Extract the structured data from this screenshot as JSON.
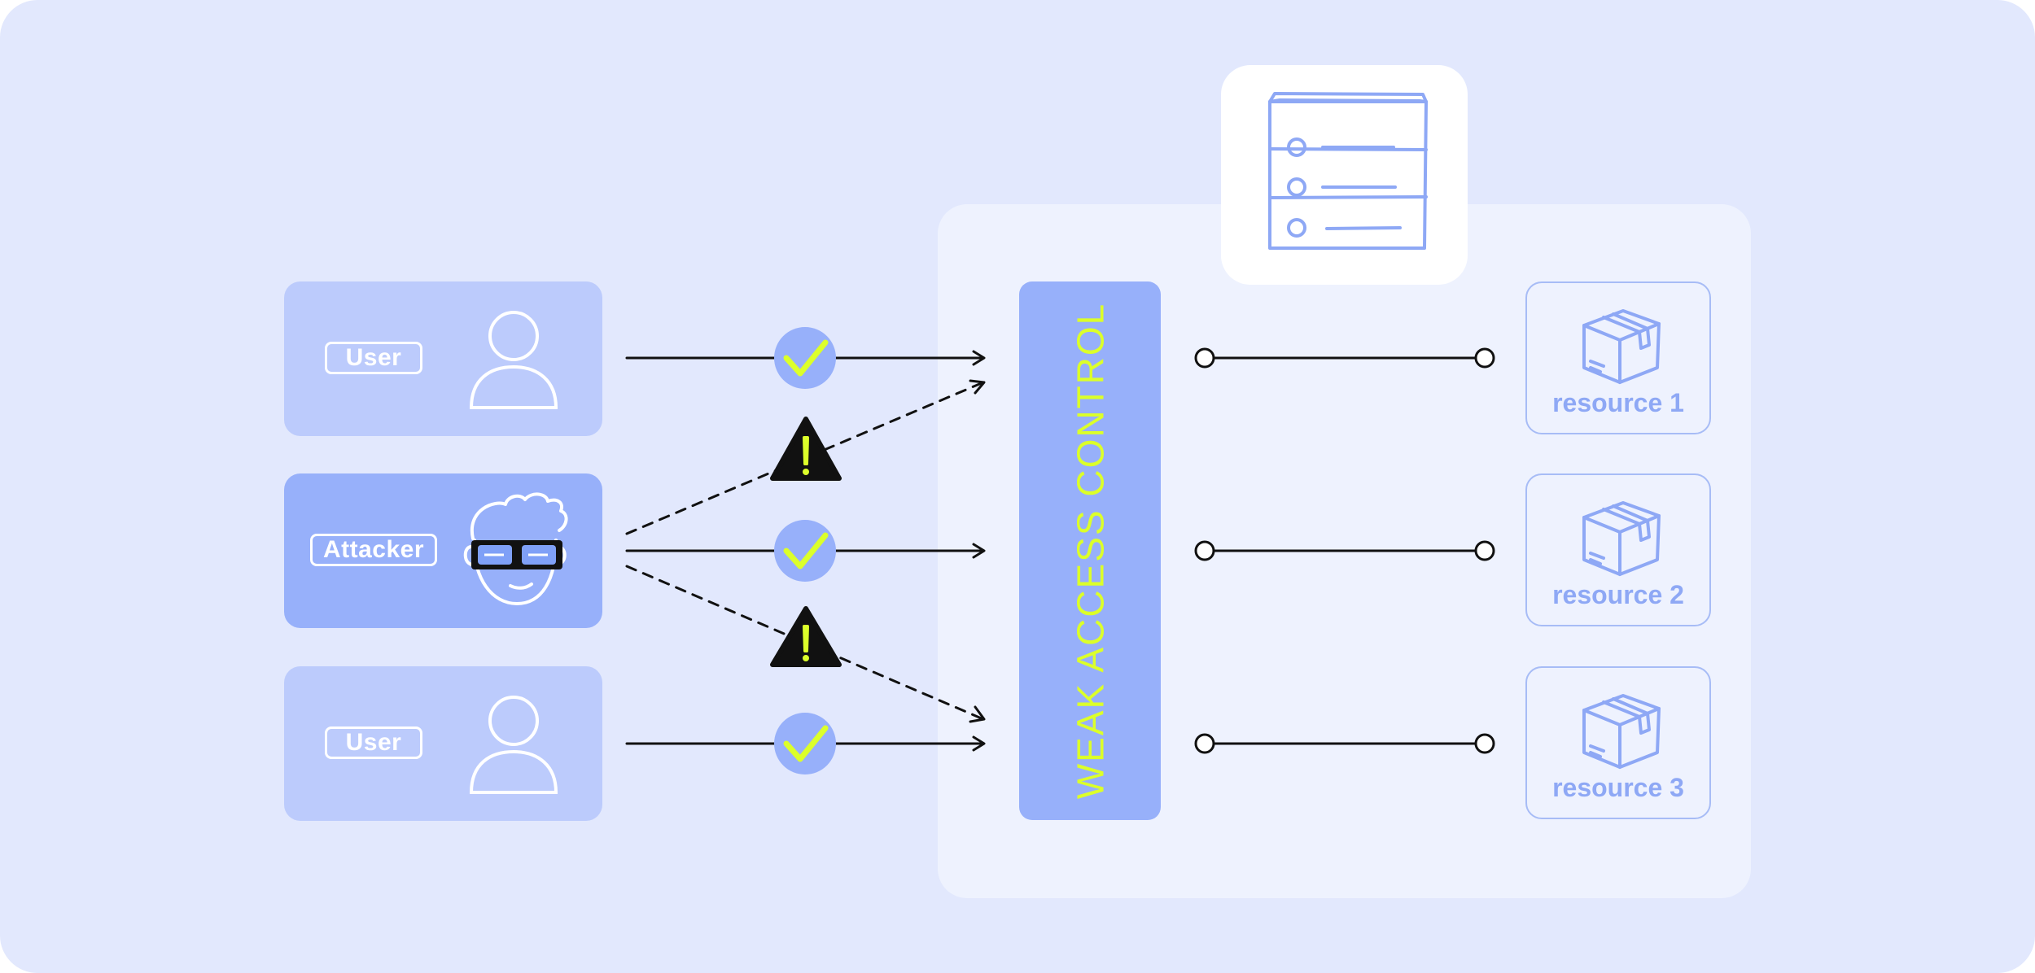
{
  "diagram": {
    "actors": [
      {
        "label": "User",
        "icon": "person-icon"
      },
      {
        "label": "Attacker",
        "icon": "hacker-with-glasses-icon"
      },
      {
        "label": "User",
        "icon": "person-icon"
      }
    ],
    "access_control_label": "WEAK ACCESS CONTROL",
    "server_icon": "server-icon",
    "resources": [
      {
        "label": "resource 1",
        "icon": "package-box-icon"
      },
      {
        "label": "resource 2",
        "icon": "package-box-icon"
      },
      {
        "label": "resource 3",
        "icon": "package-box-icon"
      }
    ],
    "markers": {
      "allowed": "checkmark-icon",
      "warning": "warning-icon"
    },
    "colors": {
      "background": "#e2e8fd",
      "panel": "#eef2fe",
      "accent_blue": "#97b0fa",
      "light_blue": "#bccbfc",
      "highlight": "#dcff2a",
      "line": "#111111"
    }
  }
}
